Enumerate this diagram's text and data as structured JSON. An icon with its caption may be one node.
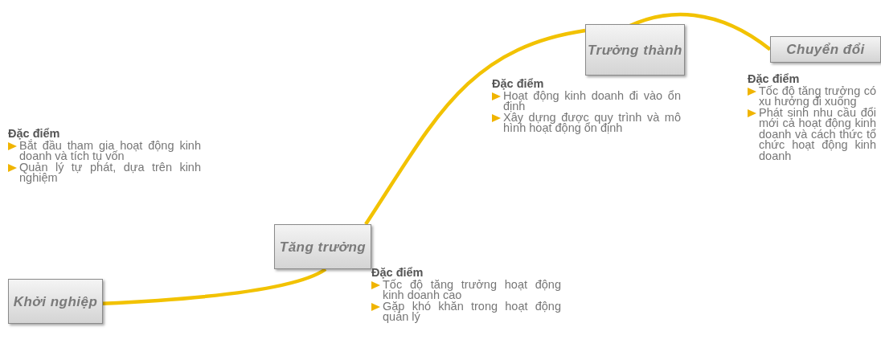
{
  "diagram": {
    "nodes": [
      {
        "text": [
          "Khởi nghiệp"
        ],
        "beside": [
          "Đặc điểm",
          "Bắt đầu tham gia hoạt động kinh doanh và tích tụ vốn",
          "Quản lý tự phát, dựa trên kinh nghiệm"
        ]
      },
      {
        "text": [
          "Tăng trưởng"
        ],
        "beside": [
          "Đặc điểm",
          "Tốc độ tăng trưởng hoạt động kinh doanh cao",
          "Gặp khó khăn trong hoạt động quản lý"
        ]
      },
      {
        "text": [
          "Trưởng thành"
        ],
        "beside": [
          "Đặc điểm",
          "Hoạt động kinh doanh đi vào ổn định",
          "Xây dựng được quy trình và mô hình hoạt động ổn định"
        ]
      },
      {
        "text": [
          "Chuyển đổi"
        ],
        "beside": [
          "Đặc điểm",
          "Tốc độ tăng trưởng có xu hướng đi xuống",
          "Phát sinh nhu cầu đổi mới cả hoạt động kinh doanh và cách thức tổ chức hoạt động kinh doanh"
        ]
      }
    ],
    "edges": [
      {
        "from": 0,
        "to": 1,
        "arrow": "none"
      },
      {
        "from": 1,
        "to": 2,
        "arrow": "none"
      },
      {
        "from": 2,
        "to": 3,
        "arrow": "none"
      }
    ]
  }
}
